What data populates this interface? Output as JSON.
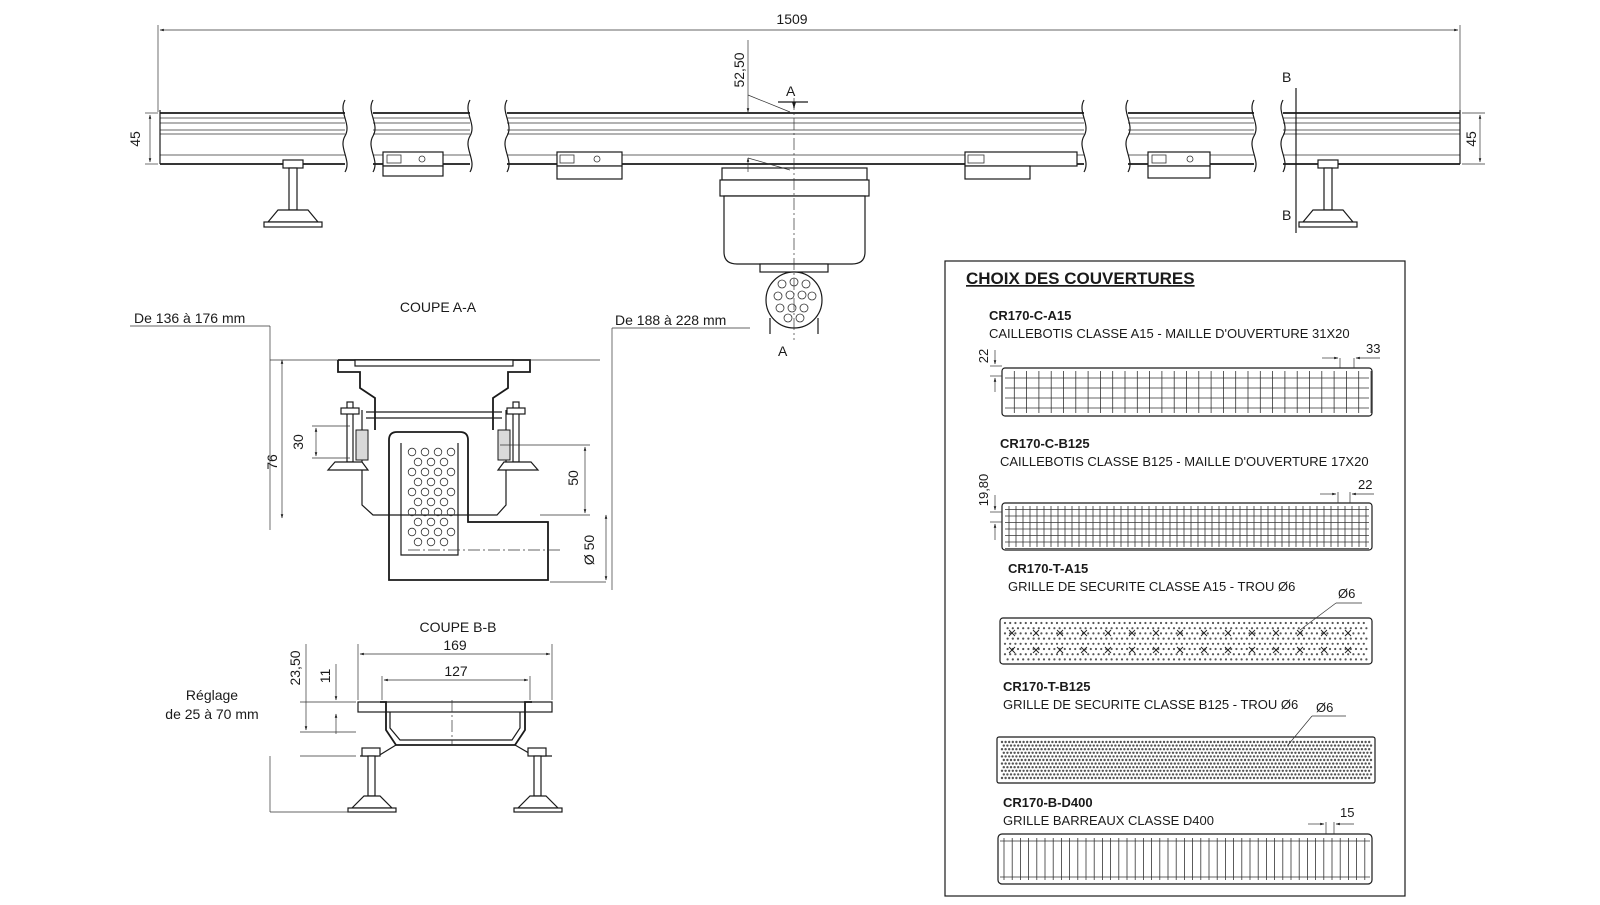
{
  "overall_length": "1509",
  "top_view": {
    "outlet_offset": "52,50",
    "height_left": "45",
    "height_right": "45",
    "section_a_top": "A",
    "section_a_bottom": "A",
    "section_b_top": "B",
    "section_b_bottom": "B"
  },
  "coupe_aa": {
    "title": "COUPE A-A",
    "range_left": "De 136 à 176 mm",
    "range_right": "De 188 à 228 mm",
    "dim_76": "76",
    "dim_30": "30",
    "dim_50": "50",
    "dim_dia50": "Ø 50"
  },
  "coupe_bb": {
    "title": "COUPE B-B",
    "width_outer": "169",
    "width_inner": "127",
    "dim_23_50": "23,50",
    "dim_11": "11",
    "reglage_1": "Réglage",
    "reglage_2": "de  25 à 70 mm"
  },
  "covers": {
    "title": "CHOIX DES COUVERTURES",
    "items": [
      {
        "code": "CR170-C-A15",
        "desc": "CAILLEBOTIS CLASSE A15 - MAILLE D'OUVERTURE 31X20",
        "dim_a": "22",
        "dim_b": "33",
        "pattern": "mesh-large"
      },
      {
        "code": "CR170-C-B125",
        "desc": "CAILLEBOTIS CLASSE B125 - MAILLE D'OUVERTURE 17X20",
        "dim_a": "19,80",
        "dim_b": "22",
        "pattern": "mesh-small"
      },
      {
        "code": "CR170-T-A15",
        "desc": "GRILLE DE SECURITE CLASSE A15 - TROU Ø6",
        "dim_b": "Ø6",
        "pattern": "perforated"
      },
      {
        "code": "CR170-T-B125",
        "desc": "GRILLE DE SECURITE CLASSE B125 - TROU Ø6",
        "dim_b": "Ø6",
        "pattern": "perforated-dense"
      },
      {
        "code": "CR170-B-D400",
        "desc": "GRILLE BARREAUX CLASSE D400",
        "dim_b": "15",
        "pattern": "bars"
      }
    ]
  }
}
